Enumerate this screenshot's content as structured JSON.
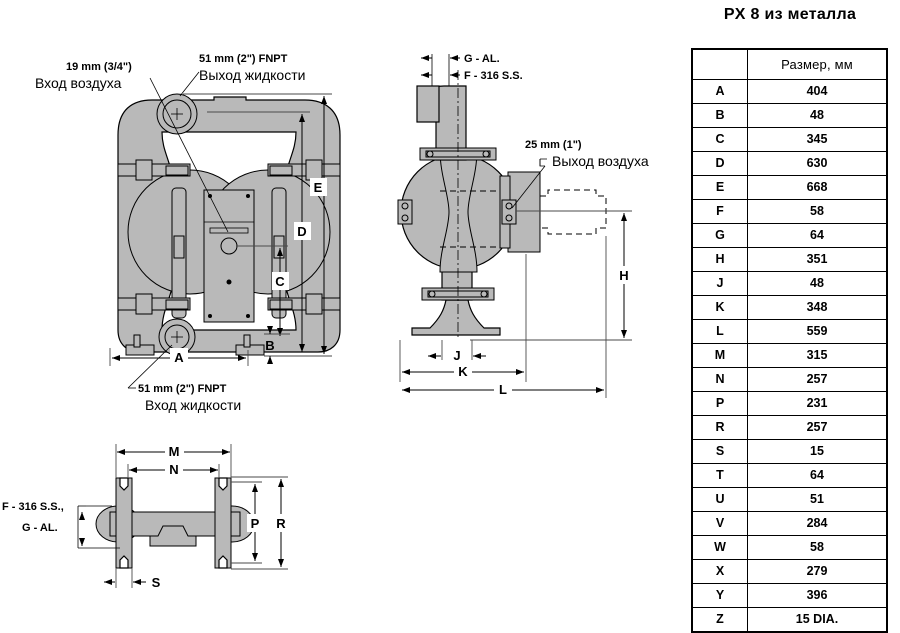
{
  "title": "PX 8 из металла",
  "table": {
    "header_blank": "",
    "header_size": "Размер, мм",
    "rows": [
      {
        "key": "A",
        "value": "404"
      },
      {
        "key": "B",
        "value": "48"
      },
      {
        "key": "C",
        "value": "345"
      },
      {
        "key": "D",
        "value": "630"
      },
      {
        "key": "E",
        "value": "668"
      },
      {
        "key": "F",
        "value": "58"
      },
      {
        "key": "G",
        "value": "64"
      },
      {
        "key": "H",
        "value": "351"
      },
      {
        "key": "J",
        "value": "48"
      },
      {
        "key": "K",
        "value": "348"
      },
      {
        "key": "L",
        "value": "559"
      },
      {
        "key": "M",
        "value": "315"
      },
      {
        "key": "N",
        "value": "257"
      },
      {
        "key": "P",
        "value": "231"
      },
      {
        "key": "R",
        "value": "257"
      },
      {
        "key": "S",
        "value": "15"
      },
      {
        "key": "T",
        "value": "64"
      },
      {
        "key": "U",
        "value": "51"
      },
      {
        "key": "V",
        "value": "284"
      },
      {
        "key": "W",
        "value": "58"
      },
      {
        "key": "X",
        "value": "279"
      },
      {
        "key": "Y",
        "value": "396"
      },
      {
        "key": "Z",
        "value": "15 DIA."
      }
    ]
  },
  "front_view": {
    "air_inlet_size": "19 mm (3/4\")",
    "air_inlet_label": "Вход воздуха",
    "fluid_outlet_size": "51 mm (2\") FNPT",
    "fluid_outlet_label": "Выход жидкости",
    "fluid_inlet_size": "51 mm (2\") FNPT",
    "fluid_inlet_label": "Вход жидкости",
    "dims": {
      "a": "A",
      "b": "B",
      "c": "C",
      "d": "D",
      "e": "E"
    }
  },
  "side_view": {
    "material_g": "G - AL.",
    "material_f": "F - 316 S.S.",
    "air_exhaust_size": "25 mm (1\")",
    "air_exhaust_label": "Выход воздуха",
    "dims": {
      "h": "H",
      "j": "J",
      "k": "K",
      "l": "L"
    }
  },
  "bottom_view": {
    "material_f": "F - 316 S.S.,",
    "material_g": "G - AL.",
    "dims": {
      "m": "M",
      "n": "N",
      "p": "P",
      "r": "R",
      "s": "S"
    }
  },
  "colors": {
    "metal_fill": "#b9b9b9",
    "line": "#000000",
    "background": "#ffffff"
  }
}
